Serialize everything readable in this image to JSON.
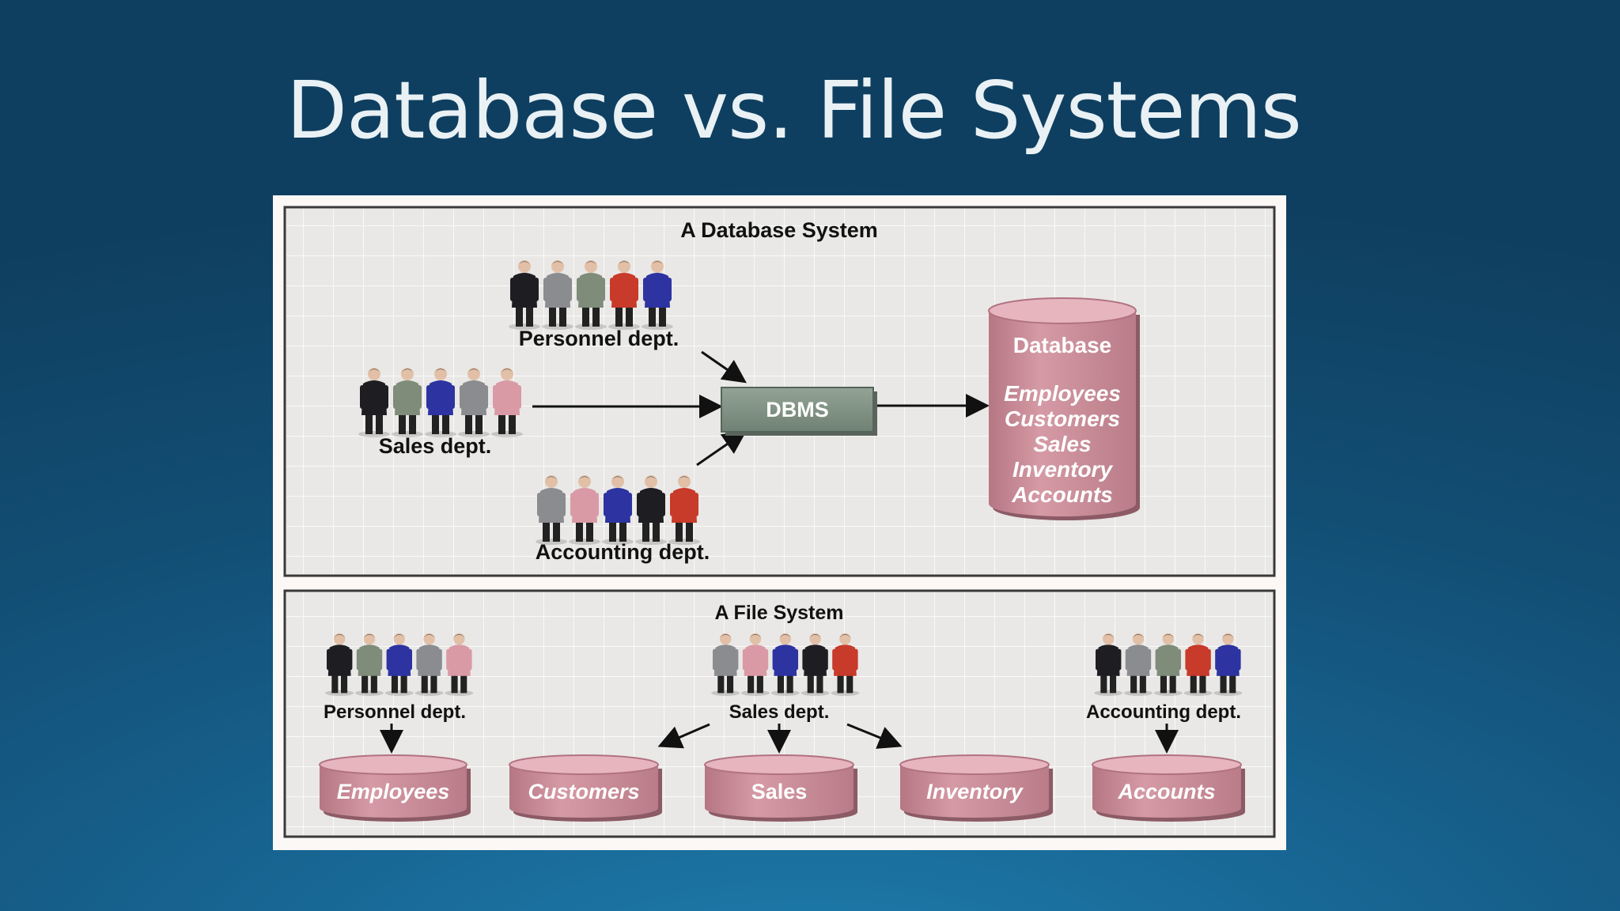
{
  "slide": {
    "title": "Database vs. File Systems"
  },
  "database_system": {
    "title": "A Database System",
    "departments": {
      "personnel": "Personnel dept.",
      "sales": "Sales dept.",
      "accounting": "Accounting dept."
    },
    "dbms_label": "DBMS",
    "database": {
      "title": "Database",
      "items": [
        "Employees",
        "Customers",
        "Sales",
        "Inventory",
        "Accounts"
      ]
    }
  },
  "file_system": {
    "title": "A File System",
    "departments": {
      "personnel": "Personnel dept.",
      "sales": "Sales dept.",
      "accounting": "Accounting dept."
    },
    "files": [
      "Employees",
      "Customers",
      "Sales",
      "Inventory",
      "Accounts"
    ]
  },
  "colors": {
    "panel_bg": "#e9e8e6",
    "cylinder": "#c98b96",
    "dbms_box": "#7f9182",
    "suit_black": "#1e1e22",
    "suit_gray": "#8a8c90",
    "suit_green": "#7e8c79",
    "suit_red": "#c83a2a",
    "suit_blue": "#2d33a0",
    "suit_pink": "#d99aa6"
  }
}
